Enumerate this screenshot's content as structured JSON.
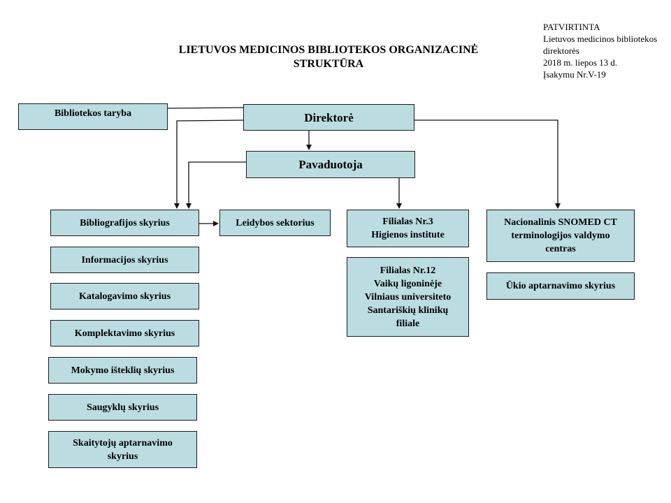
{
  "approval": "PATVIRTINTA\nLietuvos medicinos bibliotekos\ndirektorės\n2018 m. liepos 13 d.\nĮsakymu Nr.V-19",
  "title": "LIETUVOS MEDICINOS BIBLIOTEKOS ORGANIZACINĖ\nSTRUKTŪRA",
  "nodes": {
    "taryba": "Bibliotekos taryba",
    "direktore": "Direktorė",
    "pavaduotoja": "Pavaduotoja",
    "bibliografijos": "Bibliografijos  skyrius",
    "leidybos": "Leidybos sektorius",
    "filialas3": "Filialas Nr.3\nHigienos institute",
    "snomed": "Nacionalinis SNOMED CT\nterminologijos valdymo\ncentras",
    "informacijos": "Informacijos  skyrius",
    "katalogavimo": "Katalogavimo  skyrius",
    "komplektavimo": "Komplektavimo  skyrius",
    "mokymo": "Mokymo išteklių  skyrius",
    "saugyklu": "Saugyklų skyrius",
    "skaitytoju": "Skaitytojų aptarnavimo\nskyrius",
    "filialas12": "Filialas Nr.12\nVaikų ligoninėje\nVilniaus universiteto\nSantariškių klinikų\nfiliale",
    "ukio": "Ūkio aptarnavimo  skyrius"
  },
  "colors": {
    "box_fill": "#bbdde2",
    "border": "#1a1a1a"
  }
}
